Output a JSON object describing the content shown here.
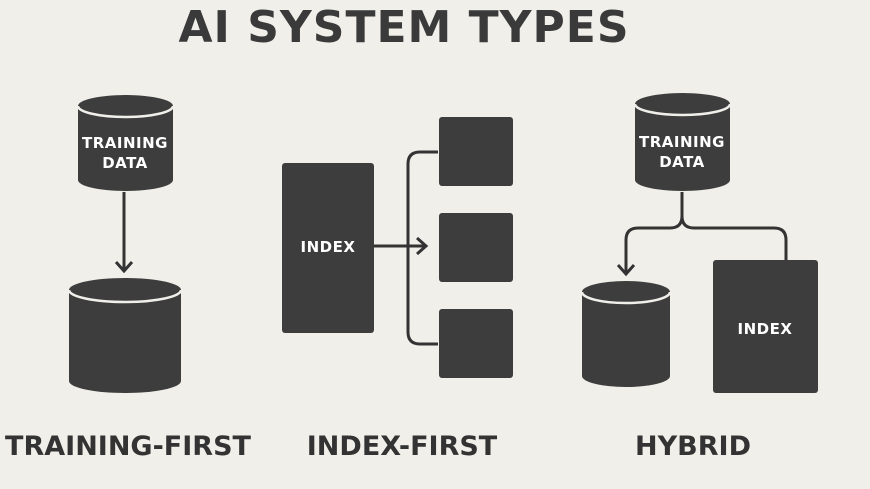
{
  "title": "AI SYSTEM TYPES",
  "colors": {
    "background": "#f1efea",
    "shape": "#3d3d3d",
    "text_dark": "#333333",
    "text_light": "#ffffff"
  },
  "panels": {
    "training_first": {
      "caption": "TRAINING-FIRST",
      "source_label_line1": "TRAINING",
      "source_label_line2": "DATA"
    },
    "index_first": {
      "caption": "INDEX-FIRST",
      "index_label": "INDEX"
    },
    "hybrid": {
      "caption": "HYBRID",
      "source_label_line1": "TRAINING",
      "source_label_line2": "DATA",
      "index_label": "INDEX"
    }
  }
}
